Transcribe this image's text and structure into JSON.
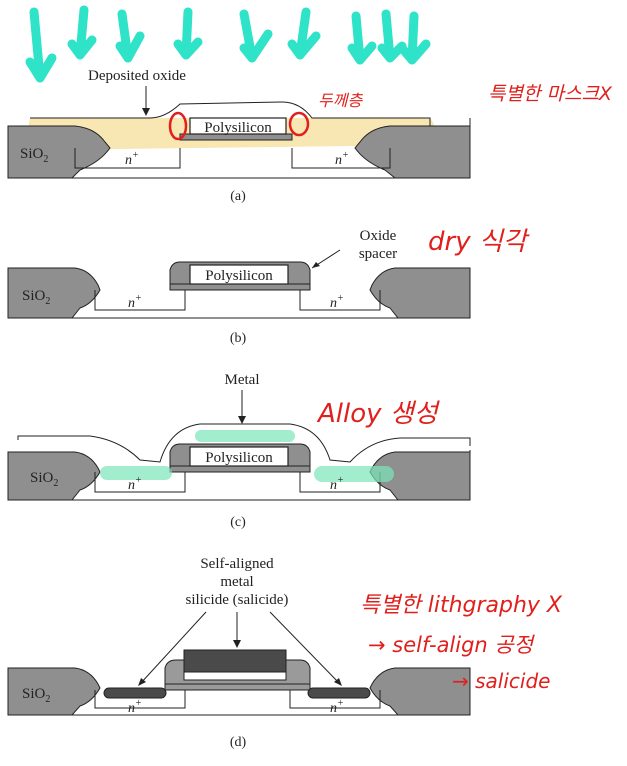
{
  "panels": [
    {
      "caption": "(a)",
      "labels": {
        "sio2": "SiO",
        "sio2_sub": "2",
        "poly": "Polysilicon",
        "n_left": "n",
        "n_right": "n",
        "plus": "+",
        "note": "Deposited oxide"
      }
    },
    {
      "caption": "(b)",
      "labels": {
        "sio2": "SiO",
        "sio2_sub": "2",
        "poly": "Polysilicon",
        "n_left": "n",
        "n_right": "n",
        "plus": "+",
        "note1": "Oxide",
        "note2": "spacer"
      }
    },
    {
      "caption": "(c)",
      "labels": {
        "sio2": "SiO",
        "sio2_sub": "2",
        "poly": "Polysilicon",
        "n_left": "n",
        "n_right": "n",
        "plus": "+",
        "note": "Metal"
      }
    },
    {
      "caption": "(d)",
      "labels": {
        "sio2": "SiO",
        "sio2_sub": "2",
        "n_left": "n",
        "n_right": "n",
        "plus": "+",
        "note1": "Self-aligned",
        "note2": "metal",
        "note3": "silicide (salicide)"
      }
    }
  ],
  "annotations": {
    "top_right": "특별한 마스크X",
    "thickness": "두께층",
    "dry_etch": "dry 식각",
    "alloy": "Alloy 생성",
    "d_line1": "특별한 lithgraphy X",
    "d_line2": "→ self-align 공정",
    "d_line3": "→ salicide"
  },
  "colors": {
    "oxide_gray": "#8f8f8f",
    "dark_gray": "#4a4a4a",
    "arrow_teal": "#2ee3c8",
    "highlight_yellow": "#f7e2a6",
    "highlight_green": "#79e6b8",
    "ink_red": "#e0201c"
  }
}
